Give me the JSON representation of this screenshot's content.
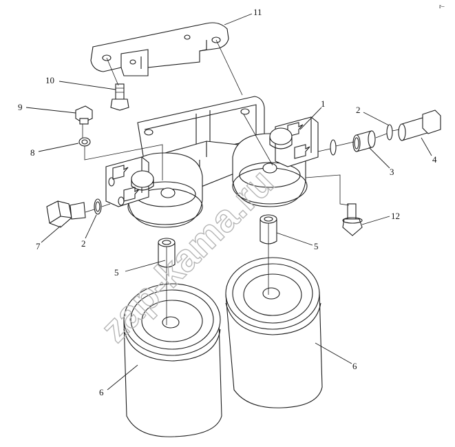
{
  "corner_mark": "r–",
  "watermark": "zap-kama.ru",
  "callouts": [
    {
      "id": "c11",
      "text": "11"
    },
    {
      "id": "c10",
      "text": "10"
    },
    {
      "id": "c9",
      "text": "9"
    },
    {
      "id": "c8",
      "text": "8"
    },
    {
      "id": "c1",
      "text": "1"
    },
    {
      "id": "c2a",
      "text": "2"
    },
    {
      "id": "c4",
      "text": "4"
    },
    {
      "id": "c3",
      "text": "3"
    },
    {
      "id": "c7",
      "text": "7"
    },
    {
      "id": "c2b",
      "text": "2"
    },
    {
      "id": "c12",
      "text": "12"
    },
    {
      "id": "c5a",
      "text": "5"
    },
    {
      "id": "c5b",
      "text": "5"
    },
    {
      "id": "c6a",
      "text": "6"
    },
    {
      "id": "c6b",
      "text": "6"
    }
  ]
}
